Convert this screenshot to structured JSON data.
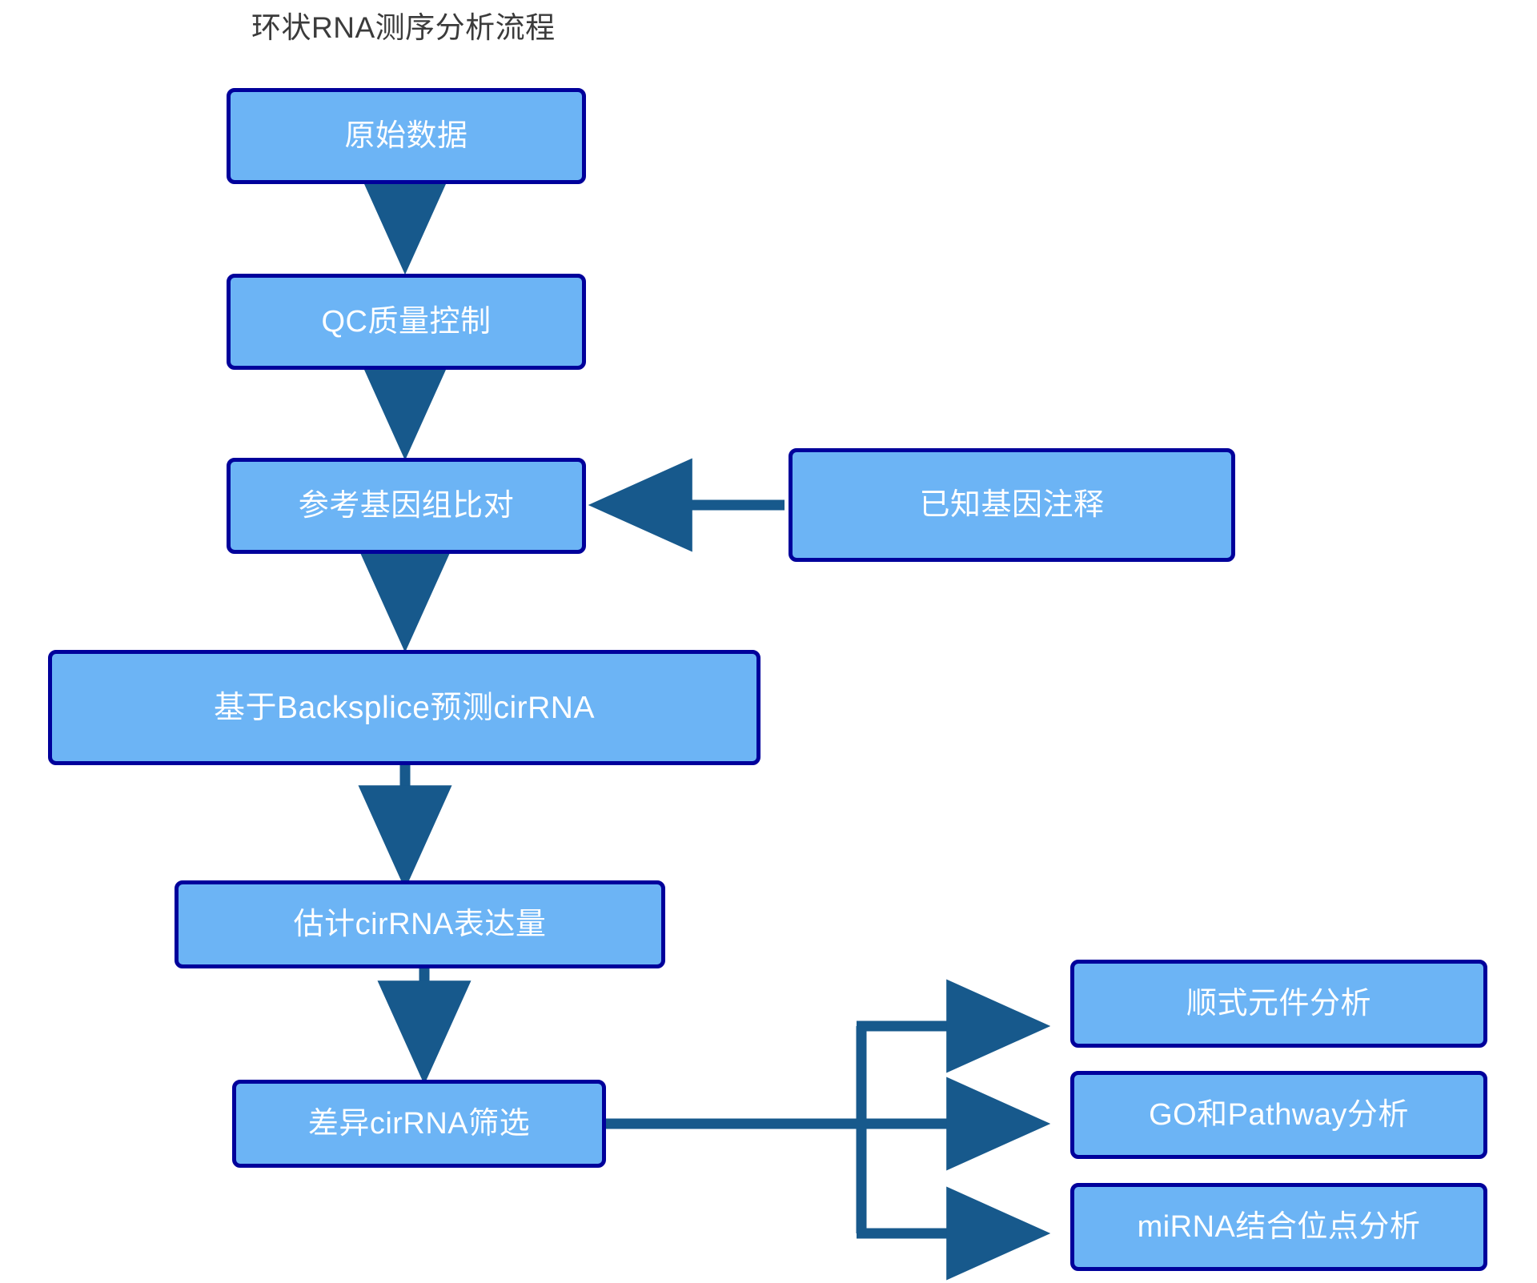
{
  "title": "环状RNA测序分析流程",
  "theme": {
    "node_fill": "#6cb4f5",
    "node_border": "#00009b",
    "node_text": "#ffffff",
    "arrow_color": "#17598c",
    "title_text": "#3b3b3b",
    "background": "#ffffff"
  },
  "nodes": {
    "raw_data": {
      "label": "原始数据"
    },
    "qc": {
      "label": "QC质量控制"
    },
    "align": {
      "label": "参考基因组比对"
    },
    "known_anno": {
      "label": "已知基因注释"
    },
    "backsplice": {
      "label": "基于Backsplice预测cirRNA"
    },
    "expression": {
      "label": "估计cirRNA表达量"
    },
    "diff": {
      "label": "差异cirRNA筛选"
    },
    "cis_element": {
      "label": "顺式元件分析"
    },
    "go_pathway": {
      "label": "GO和Pathway分析"
    },
    "mirna_binding": {
      "label": "miRNA结合位点分析"
    }
  },
  "edges": [
    {
      "name": "raw-data-to-qc",
      "from": "raw_data",
      "to": "qc",
      "direction": "down"
    },
    {
      "name": "qc-to-align",
      "from": "qc",
      "to": "align",
      "direction": "down"
    },
    {
      "name": "known-anno-to-align",
      "from": "known_anno",
      "to": "align",
      "direction": "left"
    },
    {
      "name": "align-to-backsplice",
      "from": "align",
      "to": "backsplice",
      "direction": "down"
    },
    {
      "name": "backsplice-to-expression",
      "from": "backsplice",
      "to": "expression",
      "direction": "down"
    },
    {
      "name": "expression-to-diff",
      "from": "expression",
      "to": "diff",
      "direction": "down"
    },
    {
      "name": "diff-to-cis-element",
      "from": "diff",
      "to": "cis_element",
      "direction": "branch-up"
    },
    {
      "name": "diff-to-go-pathway",
      "from": "diff",
      "to": "go_pathway",
      "direction": "right"
    },
    {
      "name": "diff-to-mirna-binding",
      "from": "diff",
      "to": "mirna_binding",
      "direction": "branch-down"
    }
  ]
}
